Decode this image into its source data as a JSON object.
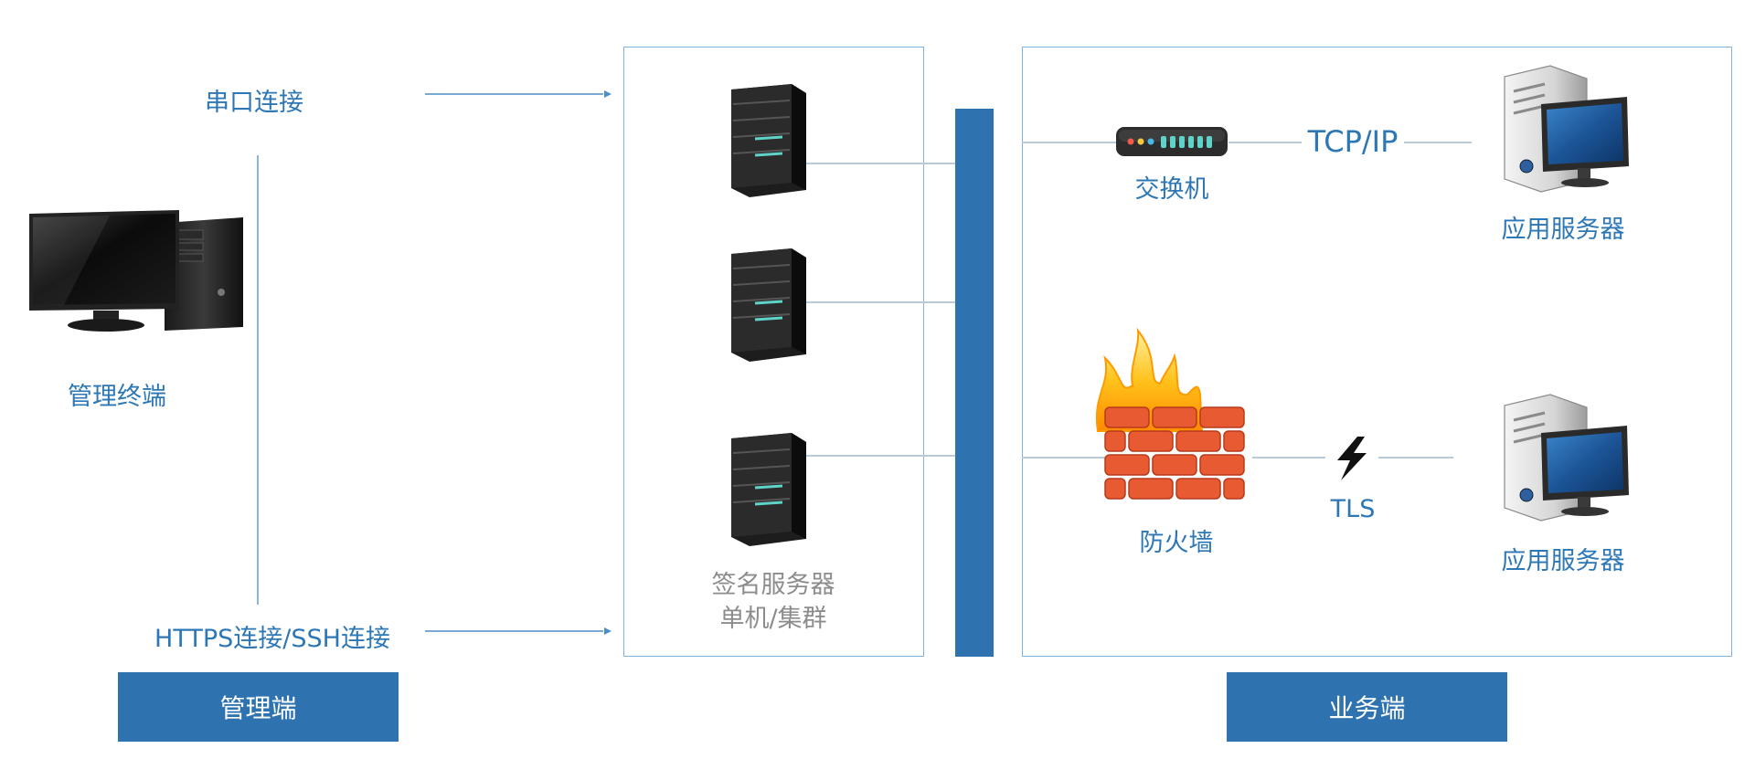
{
  "management": {
    "serial_label": "串口连接",
    "https_label": "HTTPS连接/SSH连接",
    "terminal_label": "管理终端",
    "section_label": "管理端"
  },
  "signing": {
    "title_line1": "签名服务器",
    "title_line2": "单机/集群"
  },
  "business": {
    "switch_label": "交换机",
    "tcpip_label": "TCP/IP",
    "app_server_top_label": "应用服务器",
    "firewall_label": "防火墙",
    "tls_label": "TLS",
    "app_server_bottom_label": "应用服务器",
    "section_label": "业务端"
  },
  "colors": {
    "accent": "#2e72b0",
    "text_blue": "#2e77b5",
    "text_gray": "#8c8c8c",
    "box_border": "#7fb2dc",
    "firewall_brick": "#e85a32"
  },
  "icons": [
    "desktop-pc-icon",
    "server-tower-icon",
    "network-switch-icon",
    "firewall-icon",
    "lightning-icon",
    "app-server-icon"
  ]
}
